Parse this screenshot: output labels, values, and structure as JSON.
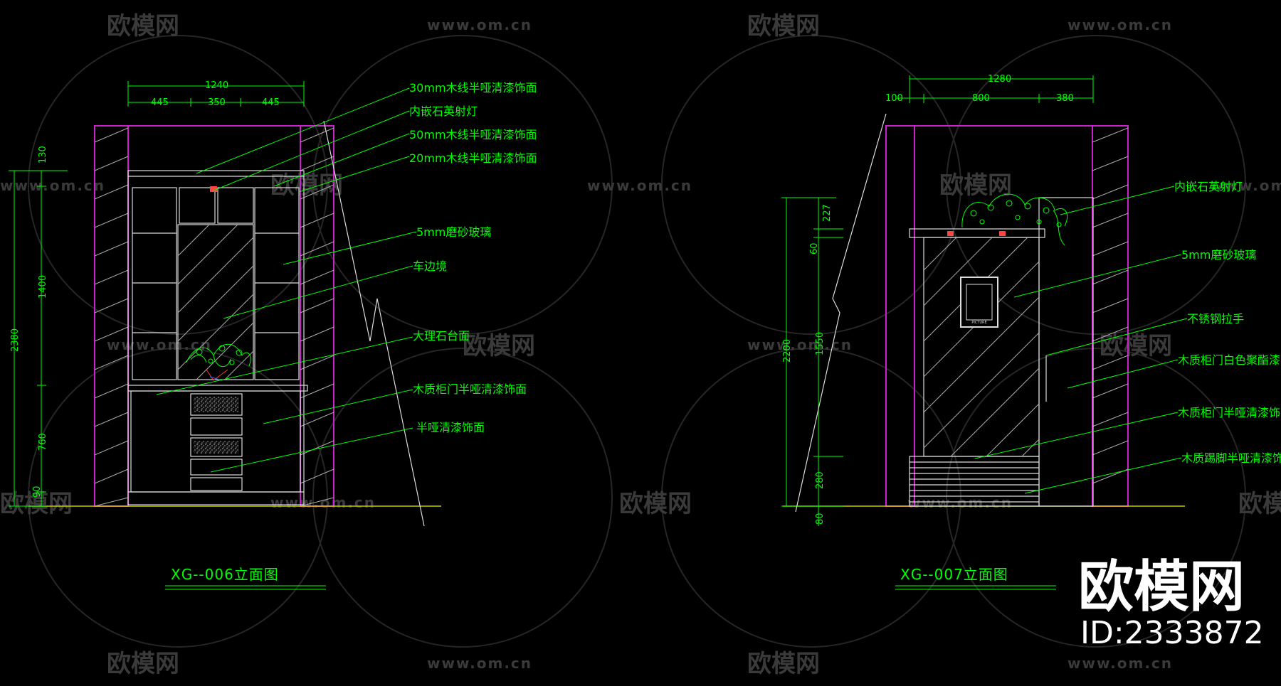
{
  "watermarks": {
    "logo_text": "欧模网",
    "url_text": "www.om.cn"
  },
  "brand": {
    "name": "欧模网",
    "id": "ID:2333872"
  },
  "left_elevation": {
    "title": "XG--006立面图",
    "top_dims": [
      "1240",
      "445",
      "350",
      "445"
    ],
    "side_dims": [
      "2380",
      "130",
      "1400",
      "760",
      "90"
    ],
    "notes": [
      "30mm木线半哑清漆饰面",
      "内嵌石英射灯",
      "50mm木线半哑清漆饰面",
      "20mm木线半哑清漆饰面",
      "5mm磨砂玻璃",
      "车边境",
      "大理石台面",
      "木质柜门半哑清漆饰面",
      "半哑清漆饰面"
    ]
  },
  "right_elevation": {
    "title": "XG--007立面图",
    "top_dims": [
      "1280",
      "100",
      "800",
      "380"
    ],
    "side_dims": [
      "2200",
      "227",
      "60",
      "1550",
      "280",
      "80"
    ],
    "notes": [
      "内嵌石英射灯",
      "5mm磨砂玻璃",
      "不锈钢拉手",
      "木质柜门白色聚酯漆",
      "木质柜门半哑清漆饰",
      "木质踢脚半哑清漆饰"
    ],
    "plaque_text": "PICTURE"
  },
  "colors": {
    "background": "#000000",
    "annotation": "#00ff00",
    "wall": "#cc22cc",
    "linework": "#dddddd",
    "watermark": "#3a3a3a"
  }
}
